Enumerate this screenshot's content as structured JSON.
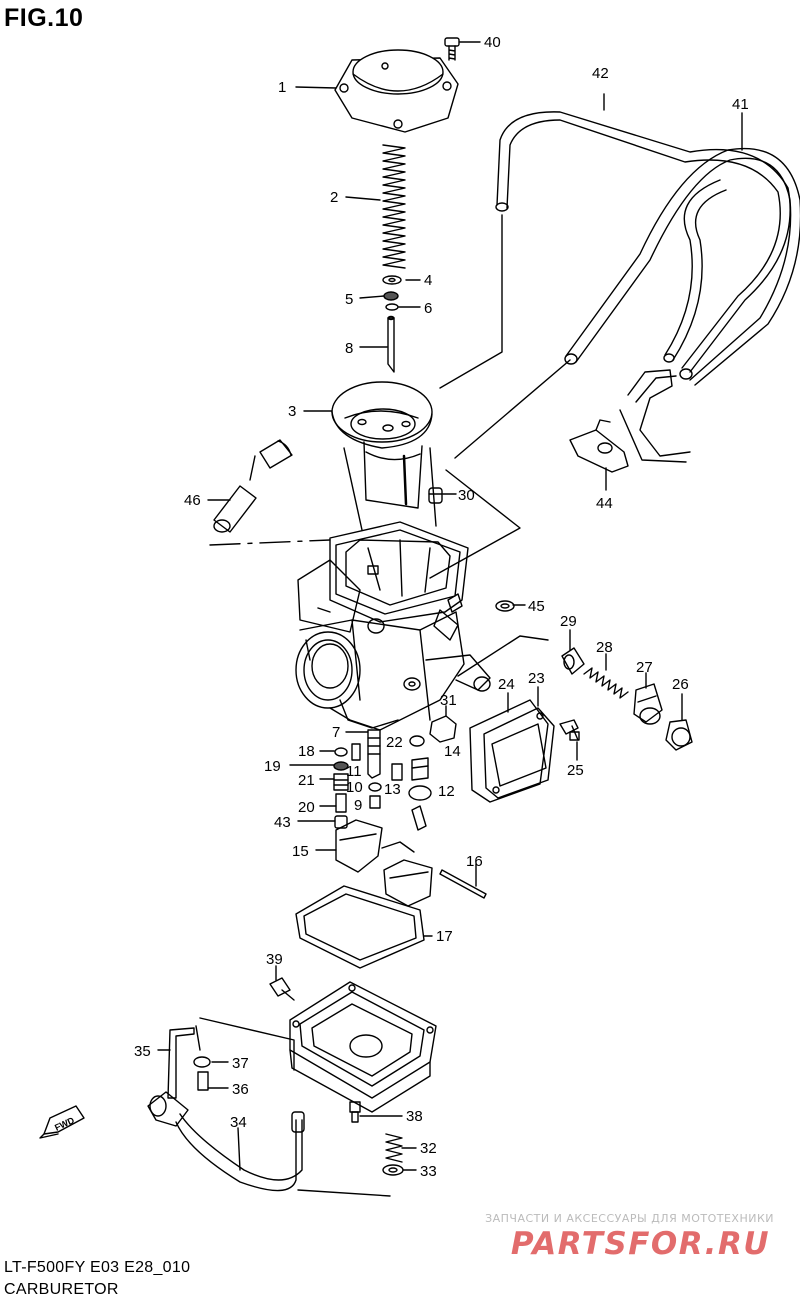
{
  "figure": {
    "title": "FIG.10",
    "model_code": "LT-F500FY E03 E28_010",
    "section_name": "CARBURETOR",
    "direction_label": "FWD"
  },
  "watermark": {
    "tagline": "ЗАПЧАСТИ И АКСЕССУАРЫ ДЛЯ МОТОТЕХНИКИ",
    "brand": "PARTSFOR.RU"
  },
  "colors": {
    "line": "#000000",
    "watermark_text": "#bbbbbb",
    "watermark_logo": "#e26c6c",
    "background": "#ffffff"
  },
  "callouts": [
    "1",
    "2",
    "3",
    "4",
    "5",
    "6",
    "7",
    "8",
    "9",
    "10",
    "11",
    "12",
    "13",
    "14",
    "15",
    "16",
    "17",
    "18",
    "19",
    "20",
    "21",
    "22",
    "23",
    "24",
    "25",
    "26",
    "27",
    "28",
    "29",
    "30",
    "31",
    "32",
    "33",
    "34",
    "35",
    "36",
    "37",
    "38",
    "39",
    "40",
    "41",
    "42",
    "43",
    "44",
    "45",
    "46"
  ]
}
